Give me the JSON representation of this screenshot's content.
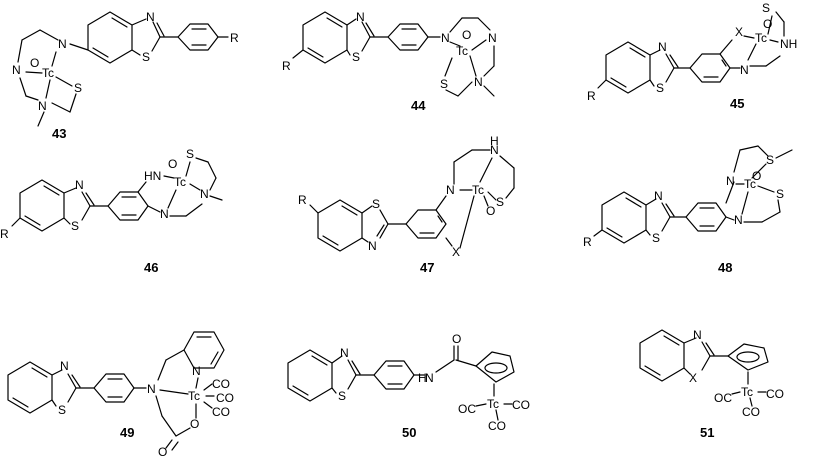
{
  "compounds": [
    {
      "id": "43",
      "atoms": {
        "n_ring": "N",
        "s_ring": "S",
        "r": "R",
        "n1": "N",
        "n2": "N",
        "n3": "N",
        "o": "O",
        "tc": "Tc",
        "s1": "S"
      }
    },
    {
      "id": "44",
      "atoms": {
        "n_ring": "N",
        "s_ring": "S",
        "r": "R",
        "n1": "N",
        "n2": "N",
        "n3": "N",
        "o": "O",
        "tc": "Tc",
        "s1": "S"
      }
    },
    {
      "id": "45",
      "atoms": {
        "n_ring": "N",
        "s_ring": "S",
        "r": "R",
        "x": "X",
        "o": "O",
        "tc": "Tc",
        "s1": "S",
        "nh": "NH",
        "n1": "N"
      }
    },
    {
      "id": "46",
      "atoms": {
        "n_ring": "N",
        "s_ring": "S",
        "r": "R",
        "hn": "HN",
        "o": "O",
        "tc": "Tc",
        "s1": "S",
        "n1": "N",
        "n2": "N"
      }
    },
    {
      "id": "47",
      "atoms": {
        "n_ring": "N",
        "s_ring": "S",
        "r": "R",
        "h": "H",
        "n1": "N",
        "n2": "N",
        "tc": "Tc",
        "o": "O",
        "s1": "S",
        "x": "X"
      }
    },
    {
      "id": "48",
      "atoms": {
        "n_ring": "N",
        "s_ring": "S",
        "r": "R",
        "s1": "S",
        "n1": "N",
        "o": "O",
        "tc": "Tc",
        "n2": "N",
        "s2": "S"
      }
    },
    {
      "id": "49",
      "atoms": {
        "n_ring": "N",
        "s_ring": "S",
        "n_py": "N",
        "n1": "N",
        "tc": "Tc",
        "co1": "CO",
        "co2": "CO",
        "co3": "CO",
        "o1": "O",
        "o2": "O"
      }
    },
    {
      "id": "50",
      "atoms": {
        "n_ring": "N",
        "s_ring": "S",
        "o": "O",
        "nh": "H",
        "n1": "N",
        "tc": "Tc",
        "oc": "OC",
        "co1": "CO",
        "co2": "CO"
      }
    },
    {
      "id": "51",
      "atoms": {
        "n_ring": "N",
        "x": "X",
        "tc": "Tc",
        "oc": "OC",
        "co1": "CO",
        "co2": "CO"
      }
    }
  ]
}
